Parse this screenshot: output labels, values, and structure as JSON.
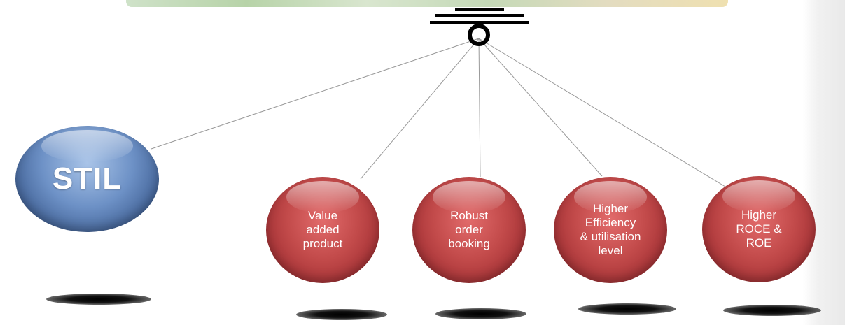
{
  "diagram": {
    "main_node": {
      "label": "STIL"
    },
    "nodes": [
      {
        "label": "Value\nadded\nproduct"
      },
      {
        "label": "Robust\norder\nbooking"
      },
      {
        "label": "Higher\nEfficiency\n& utilisation\nlevel"
      },
      {
        "label": "Higher\nROCE &\nROE"
      }
    ],
    "colors": {
      "main_node": "#5b7fb8",
      "nodes": "#b83c3e",
      "connector_lines": "#999999",
      "hanger": "#000000"
    },
    "icons": [
      "hanger-icon"
    ]
  }
}
